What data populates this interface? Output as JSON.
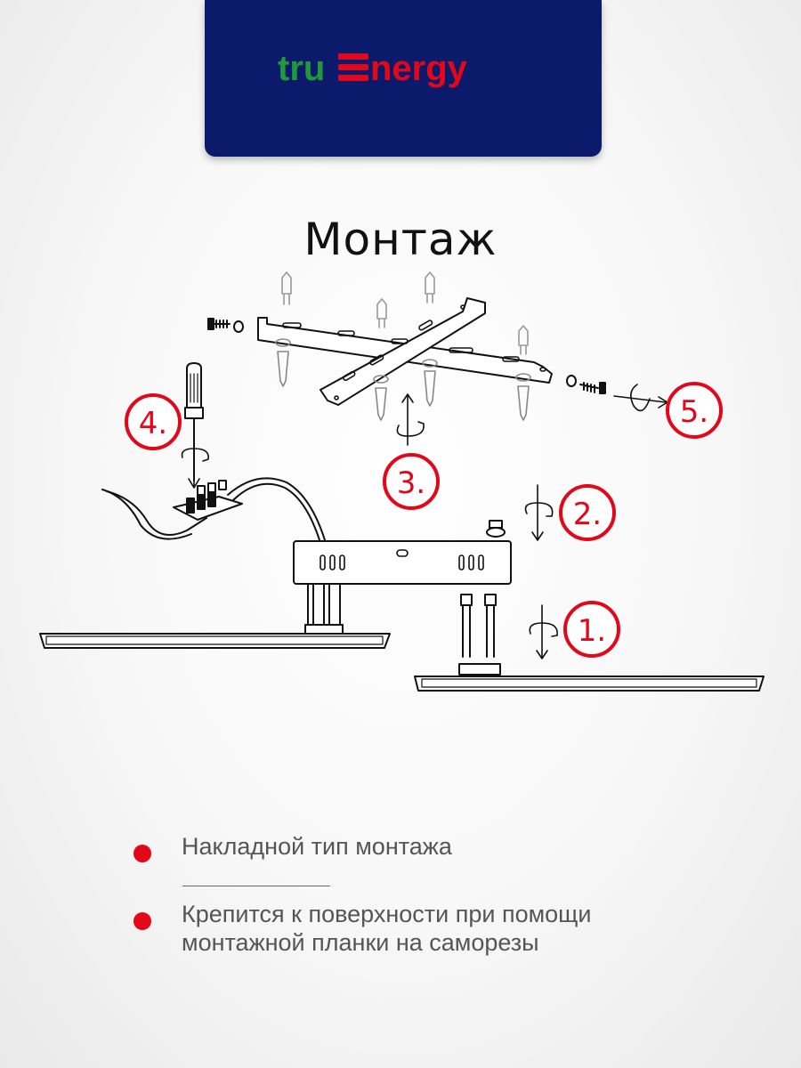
{
  "brand": {
    "logo_text": "truEnergy",
    "logo_part1": "tru",
    "logo_part2": "nergy",
    "colors": {
      "banner": "#0c1a6b",
      "green": "#1f9a3a",
      "red": "#e3071a"
    }
  },
  "title": "Монтаж",
  "steps": [
    "1.",
    "2.",
    "3.",
    "4.",
    "5."
  ],
  "bullets": [
    "Накладной тип монтажа",
    "Крепится к поверхности при помощи монтажной планки на саморезы"
  ],
  "icons": [
    "screwdriver-icon",
    "rotate-arrow-icon",
    "bullet-dot"
  ]
}
